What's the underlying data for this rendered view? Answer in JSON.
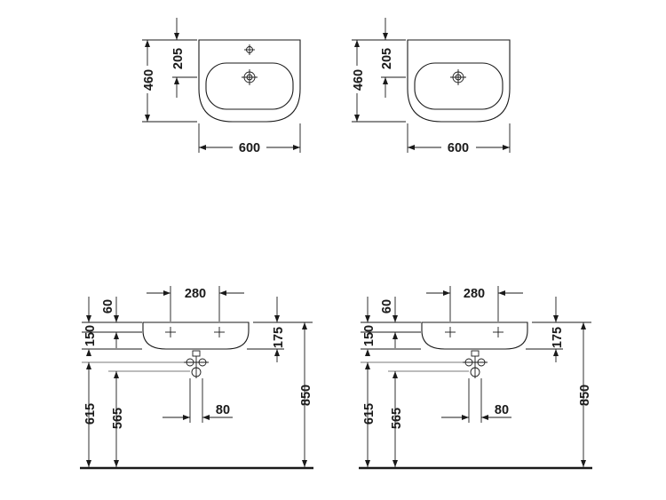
{
  "top_views": [
    {
      "id": "tl",
      "dims": {
        "depth": "460",
        "tap_offset": "205",
        "width": "600"
      },
      "tap_hole": true
    },
    {
      "id": "tr",
      "dims": {
        "depth": "460",
        "tap_offset": "205",
        "width": "600"
      },
      "tap_hole": false
    }
  ],
  "front_views": [
    {
      "id": "bl",
      "dims": {
        "hole_spacing": "280",
        "rim_top": "60",
        "bowl_height": "150",
        "side_height": "175",
        "total_height": "850",
        "waste_height_outer": "615",
        "waste_height_inner": "565",
        "waste_spacing": "80"
      }
    },
    {
      "id": "br",
      "dims": {
        "hole_spacing": "280",
        "rim_top": "60",
        "bowl_height": "150",
        "side_height": "175",
        "total_height": "850",
        "waste_height_outer": "615",
        "waste_height_inner": "565",
        "waste_spacing": "80"
      }
    }
  ]
}
